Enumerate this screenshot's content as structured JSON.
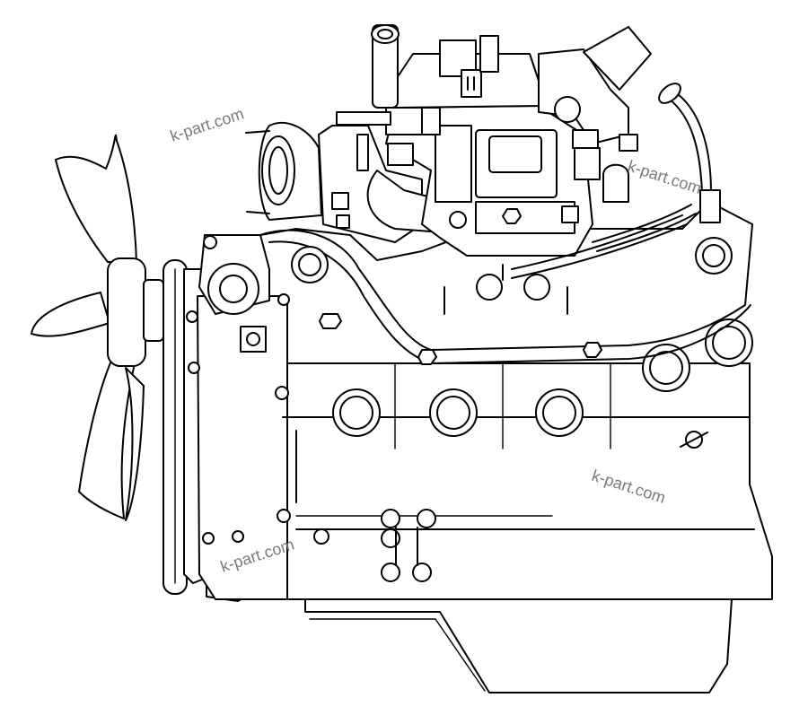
{
  "diagram": {
    "watermarks": [
      {
        "id": "wm-1",
        "text": "k-part.com"
      },
      {
        "id": "wm-2",
        "text": "k-part.com"
      },
      {
        "id": "wm-3",
        "text": "k-part.com"
      },
      {
        "id": "wm-4",
        "text": "k-part.com"
      }
    ],
    "colors": {
      "line": "#000000",
      "background": "#ffffff",
      "watermark": "#7a7a7a"
    }
  }
}
